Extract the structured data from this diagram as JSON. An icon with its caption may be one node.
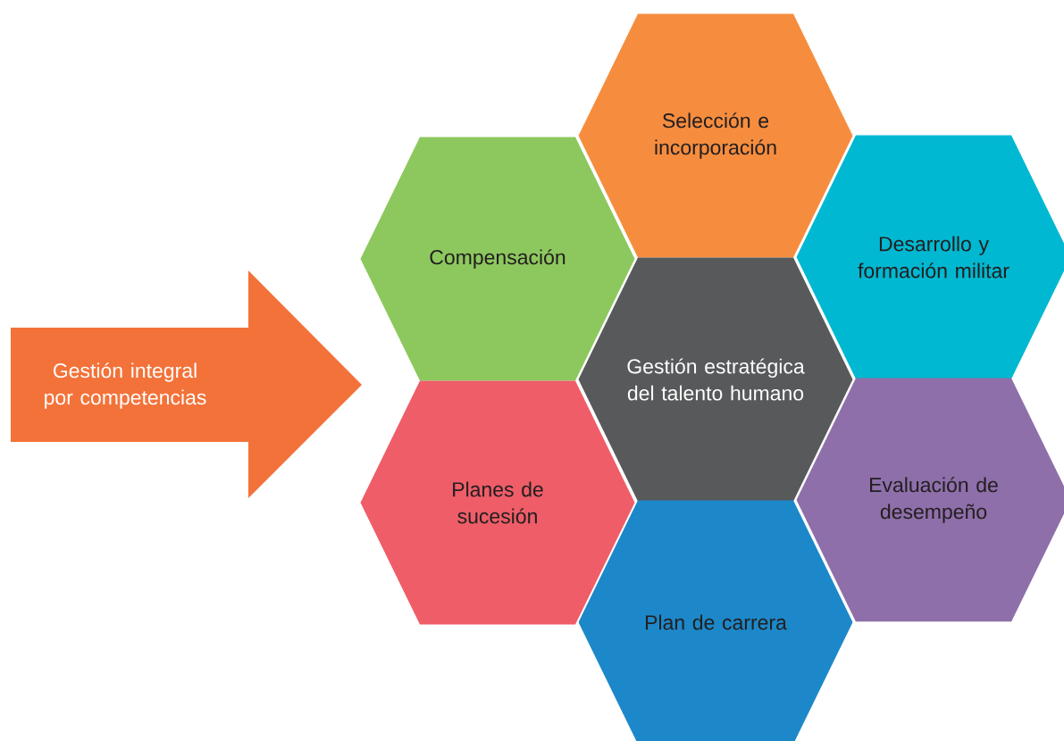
{
  "diagram": {
    "nodes": [
      {
        "text": [
          "Gestión integral por competencias"
        ]
      },
      {
        "text": [
          "Selección e incorporación"
        ]
      },
      {
        "text": [
          "Compensación"
        ]
      },
      {
        "text": [
          "Desarrollo y formación militar"
        ]
      },
      {
        "text": [
          "Gestión estratégica del talento humano"
        ]
      },
      {
        "text": [
          "Planes de sucesión"
        ]
      },
      {
        "text": [
          "Evaluación de desempeño"
        ]
      },
      {
        "text": [
          "Plan de carrera"
        ]
      }
    ]
  }
}
